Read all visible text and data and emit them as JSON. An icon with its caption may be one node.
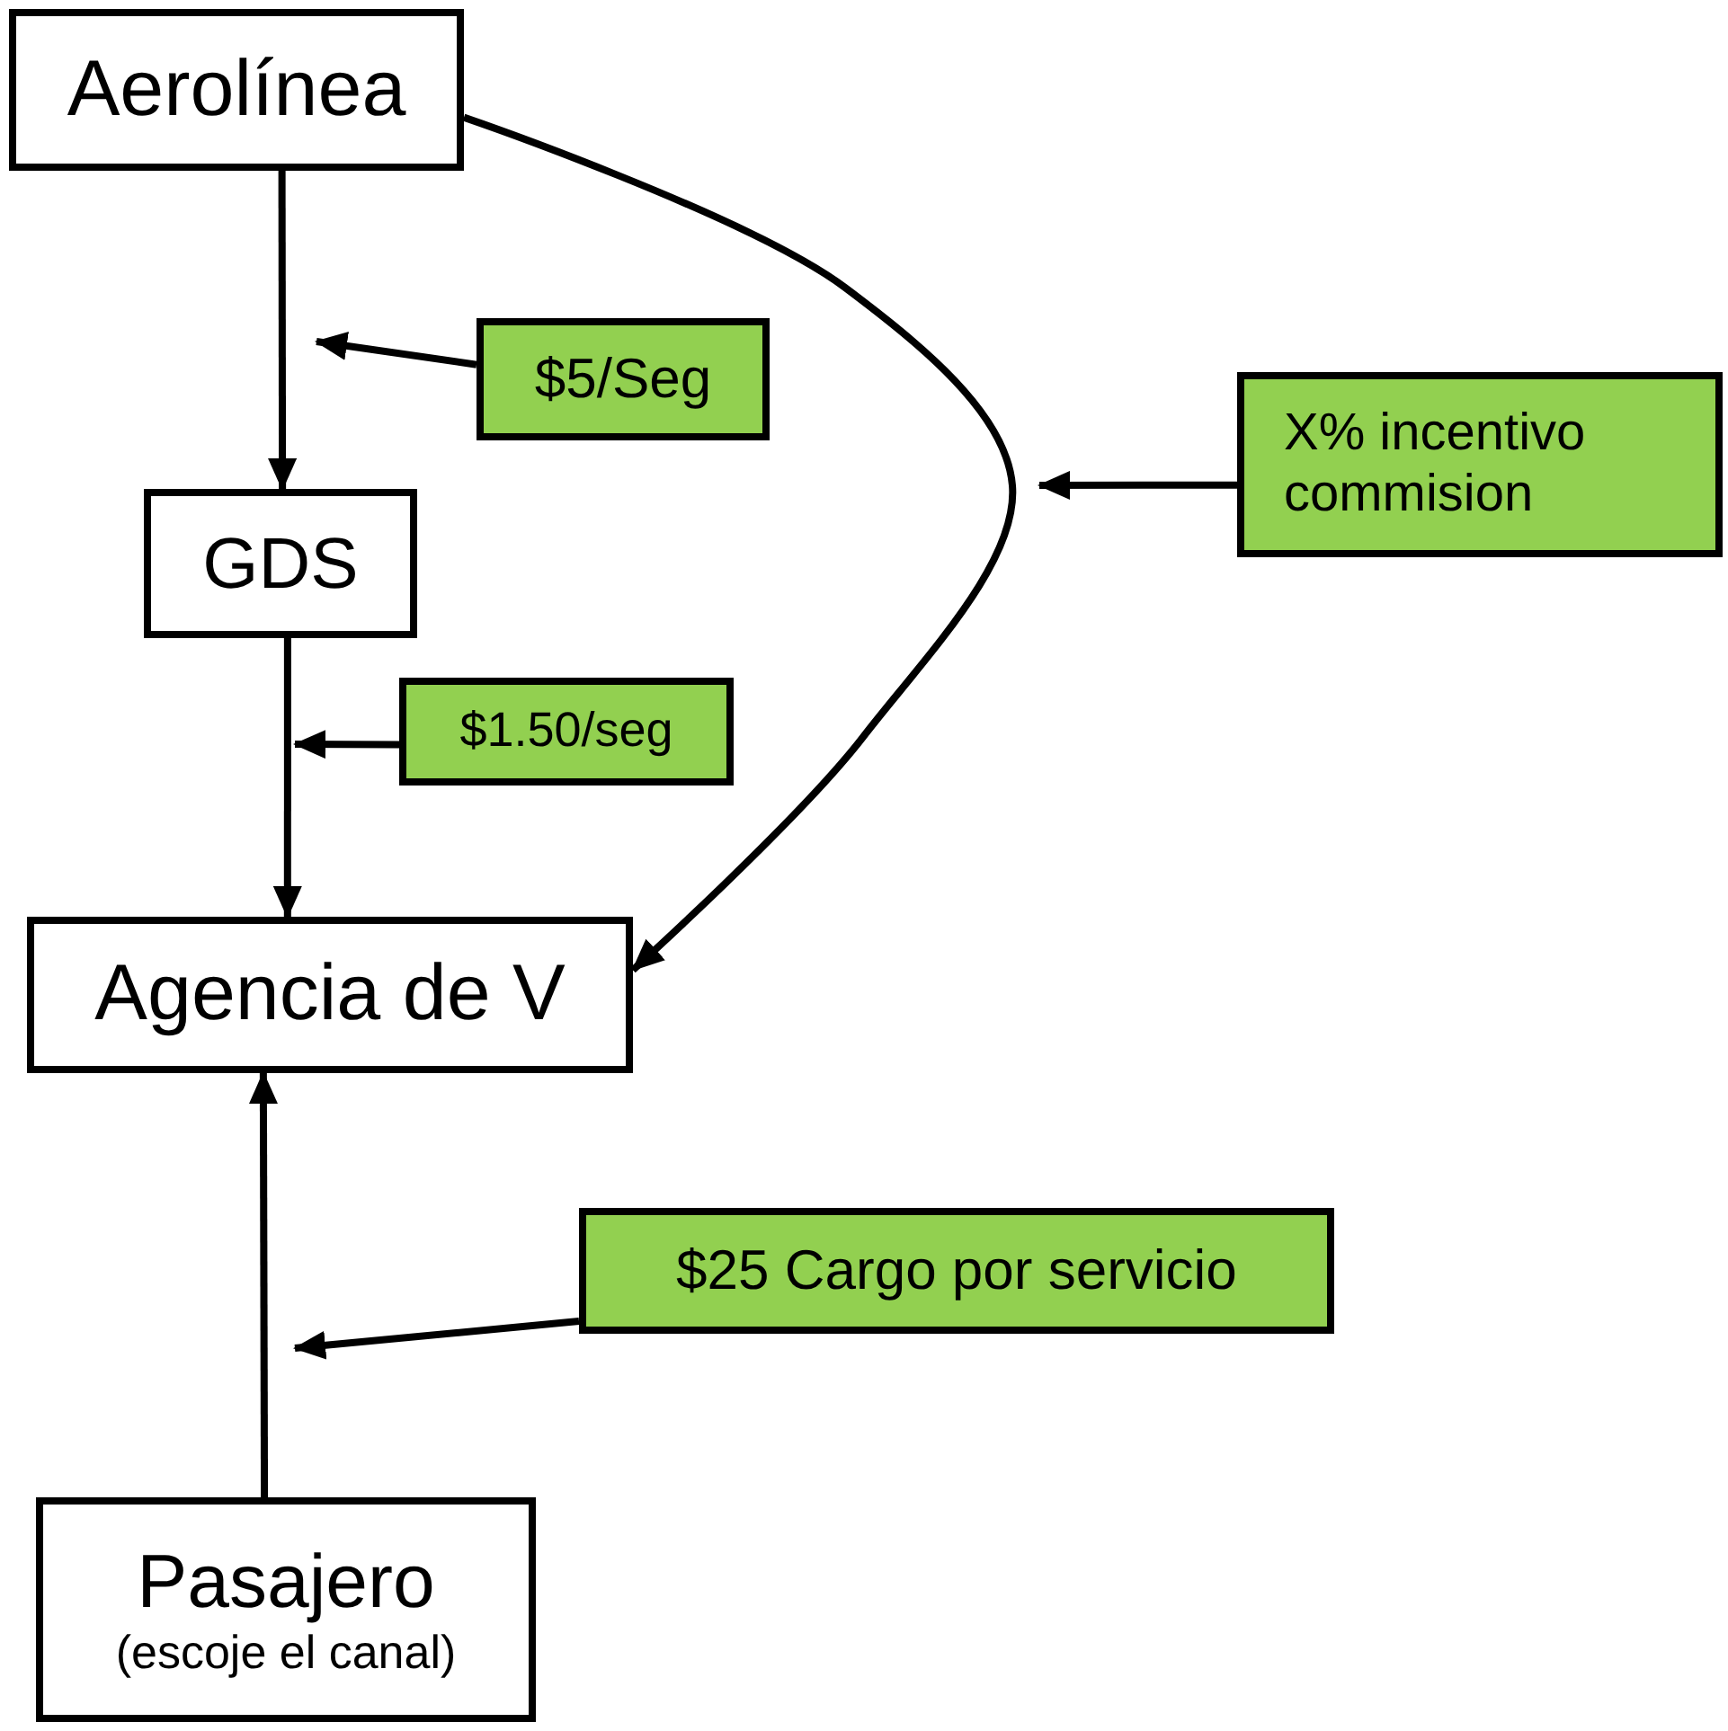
{
  "diagram": {
    "nodes": [
      {
        "text": [
          "Aerolínea"
        ]
      },
      {
        "text": [
          "GDS"
        ]
      },
      {
        "text": [
          "Agencia de V"
        ]
      },
      {
        "text": [
          "Pasajero",
          "(escoje el canal)"
        ]
      },
      {
        "text": [
          "$5/Seg"
        ]
      },
      {
        "text": [
          "$1.50/seg"
        ]
      },
      {
        "text": [
          "X% incentivo commision"
        ]
      },
      {
        "text": [
          "$25 Cargo por servicio"
        ]
      }
    ],
    "edges": [
      {
        "from": 0,
        "to": 1,
        "arrow": "to"
      },
      {
        "from": 1,
        "to": 2,
        "arrow": "to"
      },
      {
        "from": 0,
        "to": 2,
        "arrow": "to"
      },
      {
        "from": 3,
        "to": 2,
        "arrow": "to"
      },
      {
        "from": 4,
        "to": null,
        "arrow": "to"
      },
      {
        "from": 5,
        "to": null,
        "arrow": "to"
      },
      {
        "from": 6,
        "to": null,
        "arrow": "to"
      },
      {
        "from": 7,
        "to": null,
        "arrow": "to"
      }
    ]
  }
}
